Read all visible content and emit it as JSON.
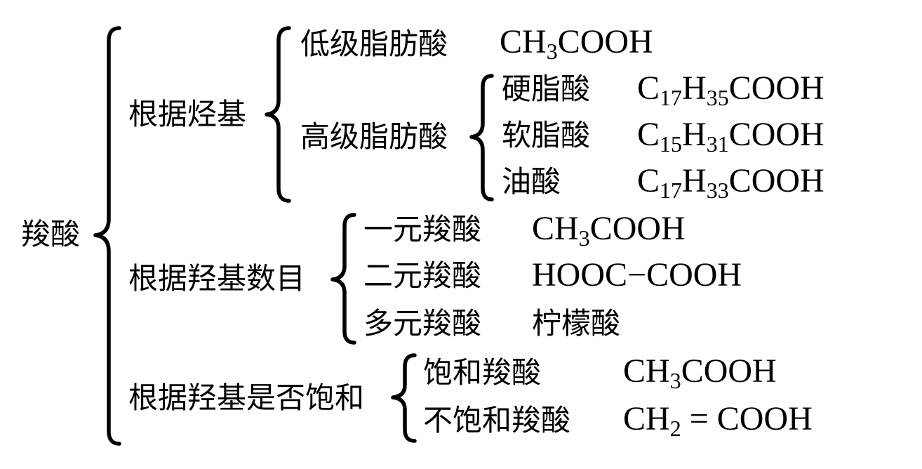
{
  "root": "羧酸",
  "branches": [
    {
      "label": "根据烃基",
      "groups": [
        {
          "label": "低级脂肪酸",
          "formula": "CH3COOH"
        },
        {
          "label": "高级脂肪酸",
          "items": [
            {
              "name": "硬脂酸",
              "formula": "C17H35COOH"
            },
            {
              "name": "软脂酸",
              "formula": "C15H31COOH"
            },
            {
              "name": "油酸",
              "formula": "C17H33COOH"
            }
          ]
        }
      ]
    },
    {
      "label": "根据羟基数目",
      "items": [
        {
          "name": "一元羧酸",
          "example": "CH3COOH"
        },
        {
          "name": "二元羧酸",
          "example": "HOOC−COOH"
        },
        {
          "name": "多元羧酸",
          "example": "柠檬酸"
        }
      ]
    },
    {
      "label": "根据羟基是否饱和",
      "items": [
        {
          "name": "饱和羧酸",
          "example": "CH3COOH"
        },
        {
          "name": "不饱和羧酸",
          "example": "CH2 = COOH"
        }
      ]
    }
  ]
}
